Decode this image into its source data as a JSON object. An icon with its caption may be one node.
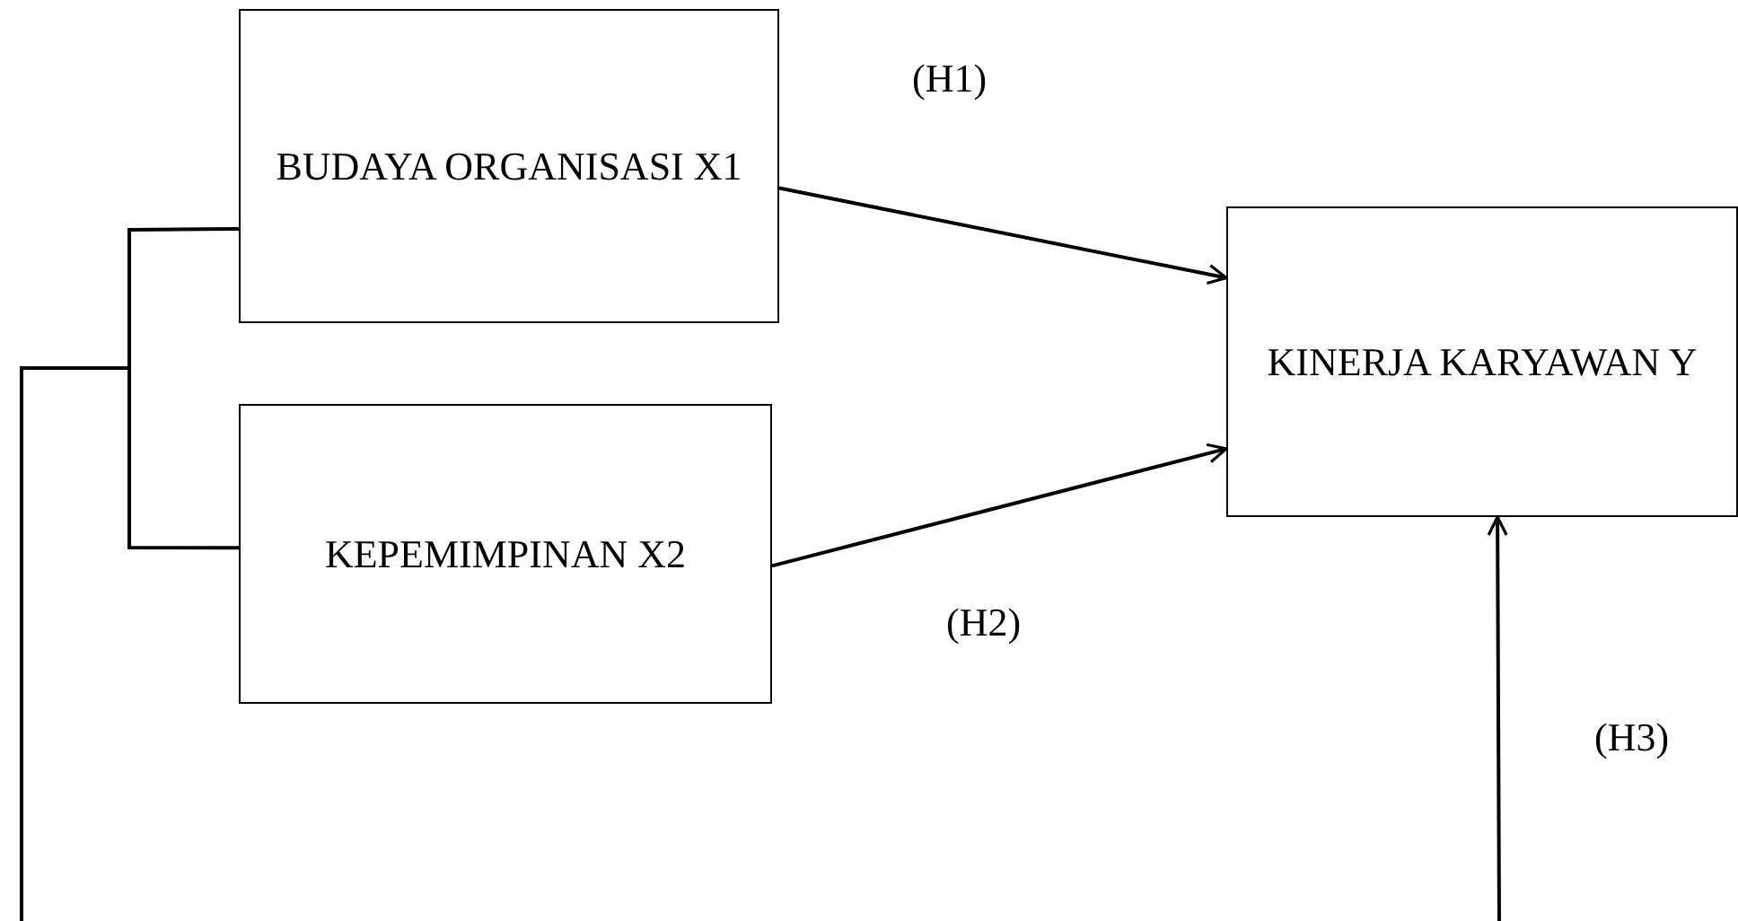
{
  "diagram": {
    "nodes": [
      {
        "text": [
          "BUDAYA ORGANISASI X1"
        ]
      },
      {
        "text": [
          "KEPEMIMPINAN X2"
        ]
      },
      {
        "text": [
          "KINERJA KARYAWAN Y"
        ]
      }
    ],
    "edges": [
      {
        "from": 0,
        "to": 2,
        "arrow": "to"
      },
      {
        "from": 1,
        "to": 2,
        "arrow": "to"
      },
      {
        "from": null,
        "to": 2,
        "arrow": "to"
      },
      {
        "from": 0,
        "to": null,
        "arrow": "none"
      },
      {
        "from": 1,
        "to": null,
        "arrow": "none"
      }
    ],
    "labels": [
      "(H1)",
      "(H2)",
      "(H3)"
    ]
  }
}
